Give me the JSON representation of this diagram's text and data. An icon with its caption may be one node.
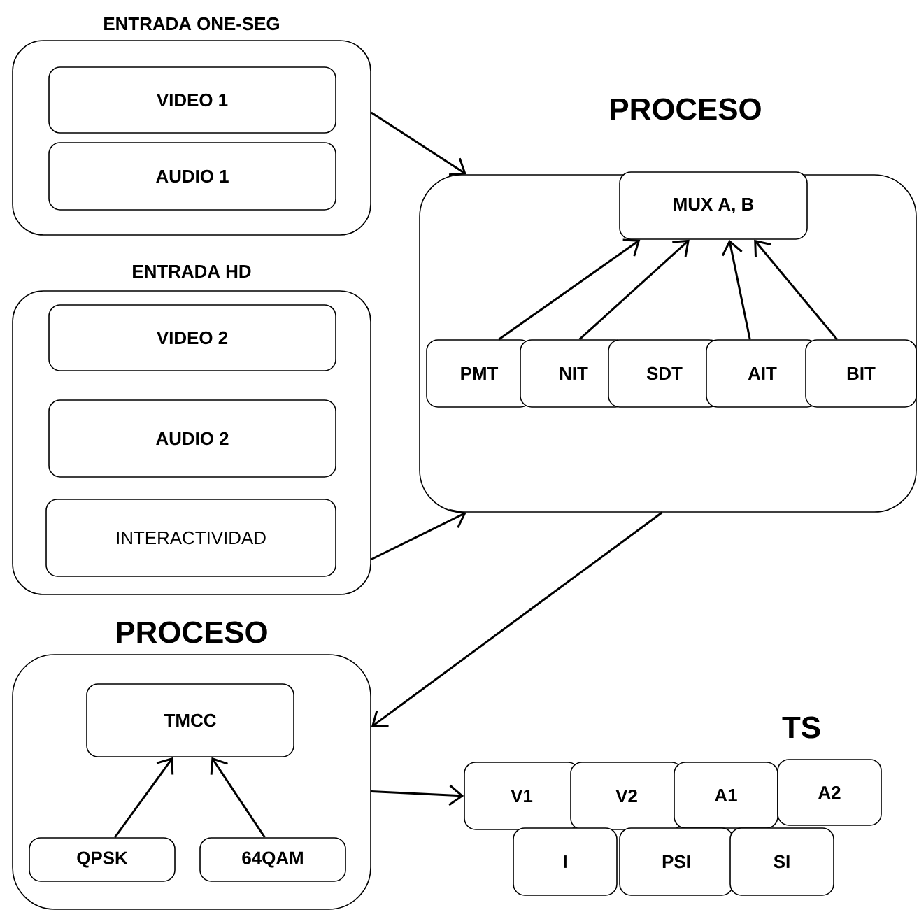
{
  "diagram": {
    "nodes": [
      {
        "text": [
          "ENTRADA ONE-SEG"
        ]
      },
      {
        "text": [
          "VIDEO 1"
        ],
        "in": 0
      },
      {
        "text": [
          "AUDIO 1"
        ],
        "in": 0
      },
      {
        "text": [
          "ENTRADA HD"
        ]
      },
      {
        "text": [
          "VIDEO 2"
        ],
        "in": 3
      },
      {
        "text": [
          "AUDIO 2"
        ],
        "in": 3
      },
      {
        "text": [
          "INTERACTIVIDAD"
        ],
        "in": 3
      },
      {
        "text": [
          "PROCESO"
        ]
      },
      {
        "text": [
          "MUX A, B"
        ],
        "in": 7
      },
      {
        "text": [
          "PMT"
        ],
        "in": 7
      },
      {
        "text": [
          "NIT"
        ],
        "in": 7
      },
      {
        "text": [
          "SDT"
        ],
        "in": 7
      },
      {
        "text": [
          "AIT"
        ],
        "in": 7
      },
      {
        "text": [
          "BIT"
        ],
        "in": 7
      },
      {
        "text": [
          "PROCESO"
        ]
      },
      {
        "text": [
          "TMCC"
        ],
        "in": 14
      },
      {
        "text": [
          "QPSK"
        ],
        "in": 14
      },
      {
        "text": [
          "64QAM"
        ],
        "in": 14
      },
      {
        "text": [
          "V1"
        ]
      },
      {
        "text": [
          "V2"
        ]
      },
      {
        "text": [
          "A1"
        ]
      },
      {
        "text": [
          "A2"
        ]
      },
      {
        "text": [
          "I"
        ]
      },
      {
        "text": [
          "PSI"
        ]
      },
      {
        "text": [
          "SI"
        ]
      }
    ],
    "edges": [
      {
        "from": 0,
        "to": 7,
        "arrow": "to"
      },
      {
        "from": 3,
        "to": 7,
        "arrow": "to"
      },
      {
        "from": 9,
        "to": 8,
        "arrow": "to"
      },
      {
        "from": 10,
        "to": 8,
        "arrow": "to"
      },
      {
        "from": 12,
        "to": 8,
        "arrow": "to"
      },
      {
        "from": 13,
        "to": 8,
        "arrow": "to"
      },
      {
        "from": 7,
        "to": 14,
        "arrow": "to"
      },
      {
        "from": 16,
        "to": 15,
        "arrow": "to"
      },
      {
        "from": 17,
        "to": 15,
        "arrow": "to"
      },
      {
        "from": 14,
        "to": 18,
        "arrow": "to"
      }
    ],
    "labels": [
      "TS"
    ]
  }
}
